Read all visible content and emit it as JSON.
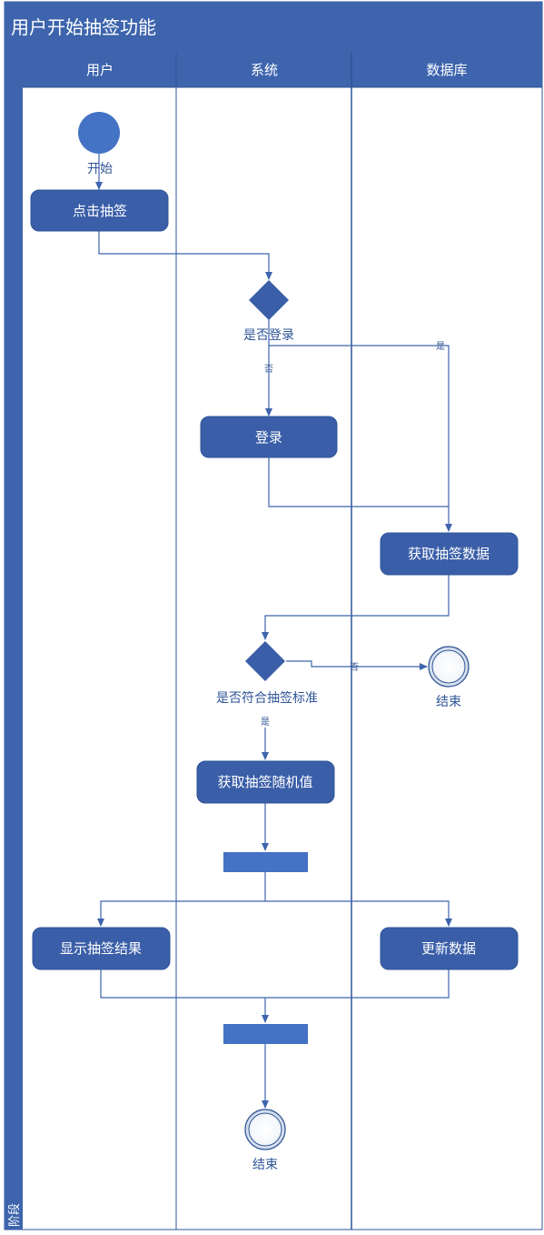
{
  "title": "用户开始抽签功能",
  "phase_label": "阶段",
  "lanes": [
    "用户",
    "系统",
    "数据库"
  ],
  "nodes": {
    "start": "开始",
    "click_draw": "点击抽签",
    "is_logged_in": "是否登录",
    "login": "登录",
    "fetch_draw_data": "获取抽签数据",
    "meets_criteria": "是否符合抽签标准",
    "end_rejected": "结束",
    "get_random_value": "获取抽签随机值",
    "show_result": "显示抽签结果",
    "update_data": "更新数据",
    "end_final": "结束"
  },
  "edge_labels": {
    "login_yes": "是",
    "login_no": "否",
    "criteria_no": "否",
    "criteria_yes": "是"
  },
  "colors": {
    "header": "#3d64ad",
    "node_fill": "#3a5ea8",
    "start_fill": "#4472c4",
    "bar_fill": "#4472c4",
    "line": "#3d64ad",
    "lane_border": "#2f5597",
    "node_text": "#ffffff",
    "label_text": "#2f5597"
  }
}
